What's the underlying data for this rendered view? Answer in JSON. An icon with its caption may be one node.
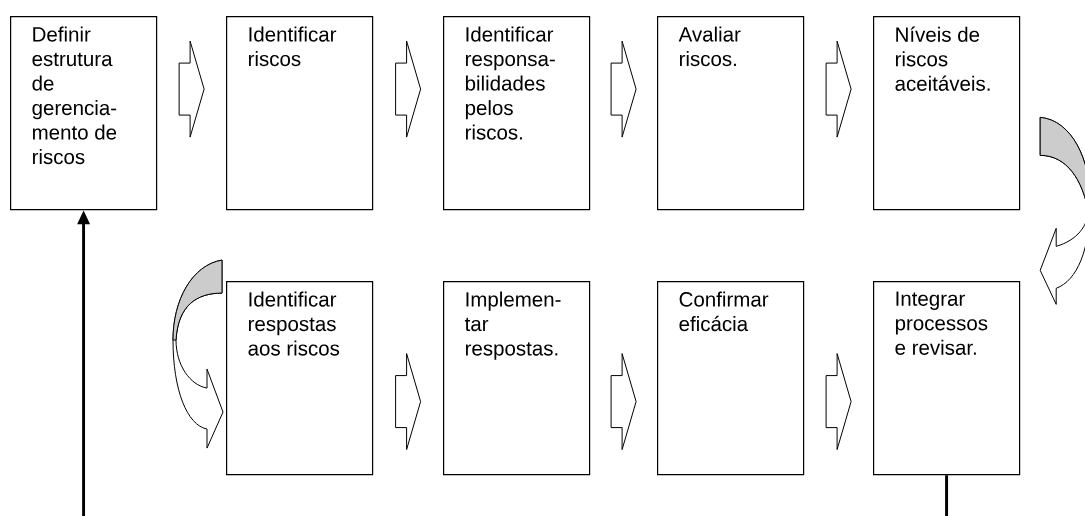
{
  "diagram": {
    "nodes": [
      {
        "text": [
          "Definir estrutura de gerencia- mento de riscos"
        ]
      },
      {
        "text": [
          "Identificar riscos"
        ]
      },
      {
        "text": [
          "Identificar responsa- bilidades pelos riscos."
        ]
      },
      {
        "text": [
          "Avaliar riscos."
        ]
      },
      {
        "text": [
          "Níveis de riscos aceitáveis."
        ]
      },
      {
        "text": [
          "Identificar respostas aos riscos"
        ]
      },
      {
        "text": [
          "Implemen- tar respostas."
        ]
      },
      {
        "text": [
          "Confirmar eficácia"
        ]
      },
      {
        "text": [
          "Integrar processos e revisar."
        ]
      }
    ],
    "edges": [
      {
        "from": 0,
        "to": 1,
        "arrow": "to"
      },
      {
        "from": 1,
        "to": 2,
        "arrow": "to"
      },
      {
        "from": 2,
        "to": 3,
        "arrow": "to"
      },
      {
        "from": 3,
        "to": 4,
        "arrow": "to"
      },
      {
        "from": 4,
        "to": 8,
        "arrow": "to"
      },
      {
        "from": null,
        "to": 5,
        "arrow": "to"
      },
      {
        "from": 5,
        "to": 6,
        "arrow": "to"
      },
      {
        "from": 6,
        "to": 7,
        "arrow": "to"
      },
      {
        "from": 7,
        "to": 8,
        "arrow": "to"
      },
      {
        "from": 8,
        "to": null,
        "arrow": "none"
      },
      {
        "from": null,
        "to": 0,
        "arrow": "to"
      }
    ]
  }
}
